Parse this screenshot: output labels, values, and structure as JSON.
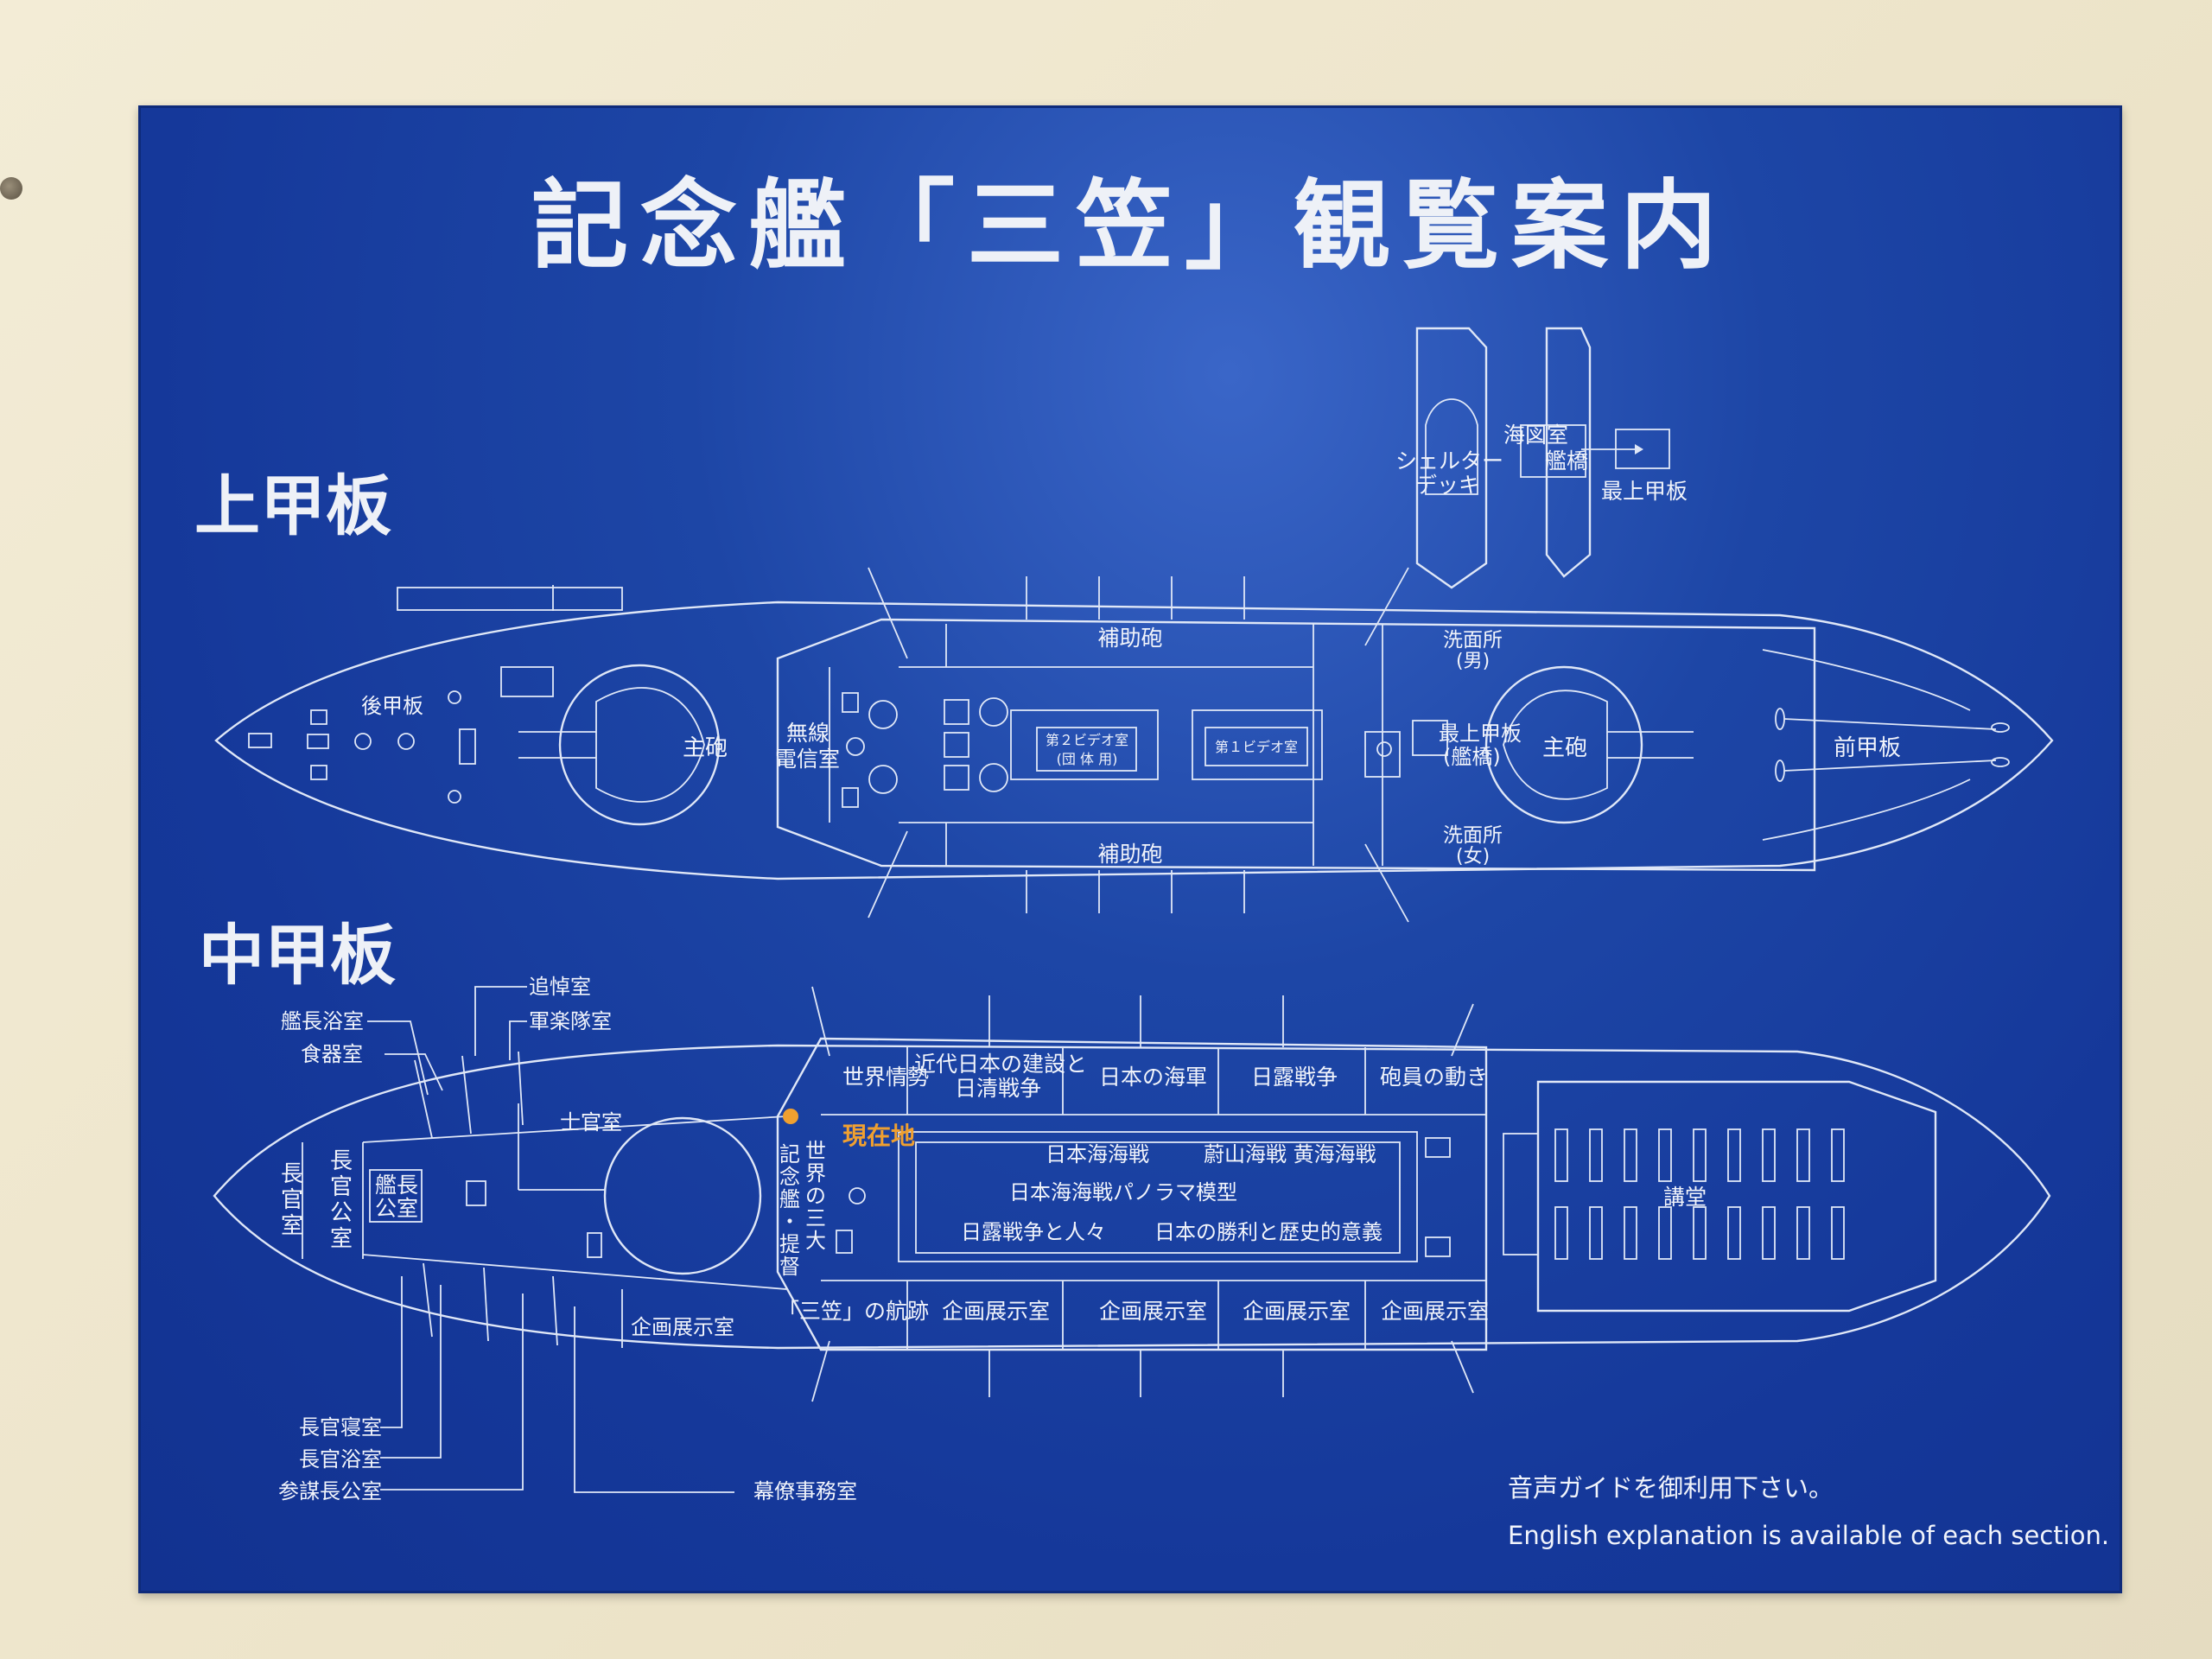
{
  "title": "記念艦「三笠」観覧案内",
  "upper_deck": {
    "heading": "上甲板",
    "labels": {
      "aft_deck": "後甲板",
      "main_gun_aft": "主砲",
      "radio_room": [
        "無線",
        "電信室"
      ],
      "secondary_gun_top": "補助砲",
      "secondary_gun_bottom": "補助砲",
      "video_room_2": [
        "第２ビデオ室",
        "(団 体 用)"
      ],
      "video_room_1": "第１ビデオ室",
      "wash_men": [
        "洗面所",
        "(男)"
      ],
      "wash_women": [
        "洗面所",
        "(女)"
      ],
      "top_deck_bridge": [
        "最上甲板",
        "(艦橋)"
      ],
      "main_gun_fore": "主砲",
      "fore_deck": "前甲板",
      "shelter_deck": [
        "シェルター",
        "デッキ"
      ],
      "chart_room": "海図室",
      "bridge": "艦橋",
      "top_deck": "最上甲板"
    }
  },
  "middle_deck": {
    "heading": "中甲板",
    "labels": {
      "memorial_room": "追悼室",
      "band_room": "軍楽隊室",
      "captain_bath": "艦長浴室",
      "tableware_room": "食器室",
      "officer_room": "士官室",
      "commander_room": [
        "長",
        "官",
        "室"
      ],
      "commander_office": [
        "長",
        "官",
        "公",
        "室"
      ],
      "captain_office": [
        "艦長",
        "公室"
      ],
      "world_affairs": "世界情勢",
      "modern_japan": [
        "近代日本の建設と",
        "日清戦争"
      ],
      "japan_navy": "日本の海軍",
      "russo_war": "日露戦争",
      "gunner_action": "砲員の動き",
      "current_location": "現在地",
      "three_great": [
        "世",
        "界",
        "の",
        "三",
        "大"
      ],
      "memorial_admirals": [
        "記",
        "念",
        "艦",
        "・",
        "提",
        "督"
      ],
      "tsushima_battle": "日本海海戦",
      "ulsan_yellow": "蔚山海戦  黄海海戦",
      "panorama": "日本海海戦パノラマ模型",
      "war_people": "日露戦争と人々",
      "victory_meaning": "日本の勝利と歴史的意義",
      "lecture_hall": "講堂",
      "mikasa_track": "「三笠」の航跡",
      "exhibit_1": "企画展示室",
      "exhibit_2": "企画展示室",
      "exhibit_3": "企画展示室",
      "exhibit_4": "企画展示室",
      "exhibit_5": "企画展示室",
      "commander_bedroom": "長官寝室",
      "commander_bath": "長官浴室",
      "chief_staff_office": "参謀長公室",
      "staff_office": "幕僚事務室"
    }
  },
  "notes": {
    "audio_guide": "音声ガイドを御利用下さい。",
    "english": "English explanation is available of each section."
  },
  "colors": {
    "board": "#1d46a6",
    "line": "#dfe7f7",
    "marker": "#f0a030"
  }
}
